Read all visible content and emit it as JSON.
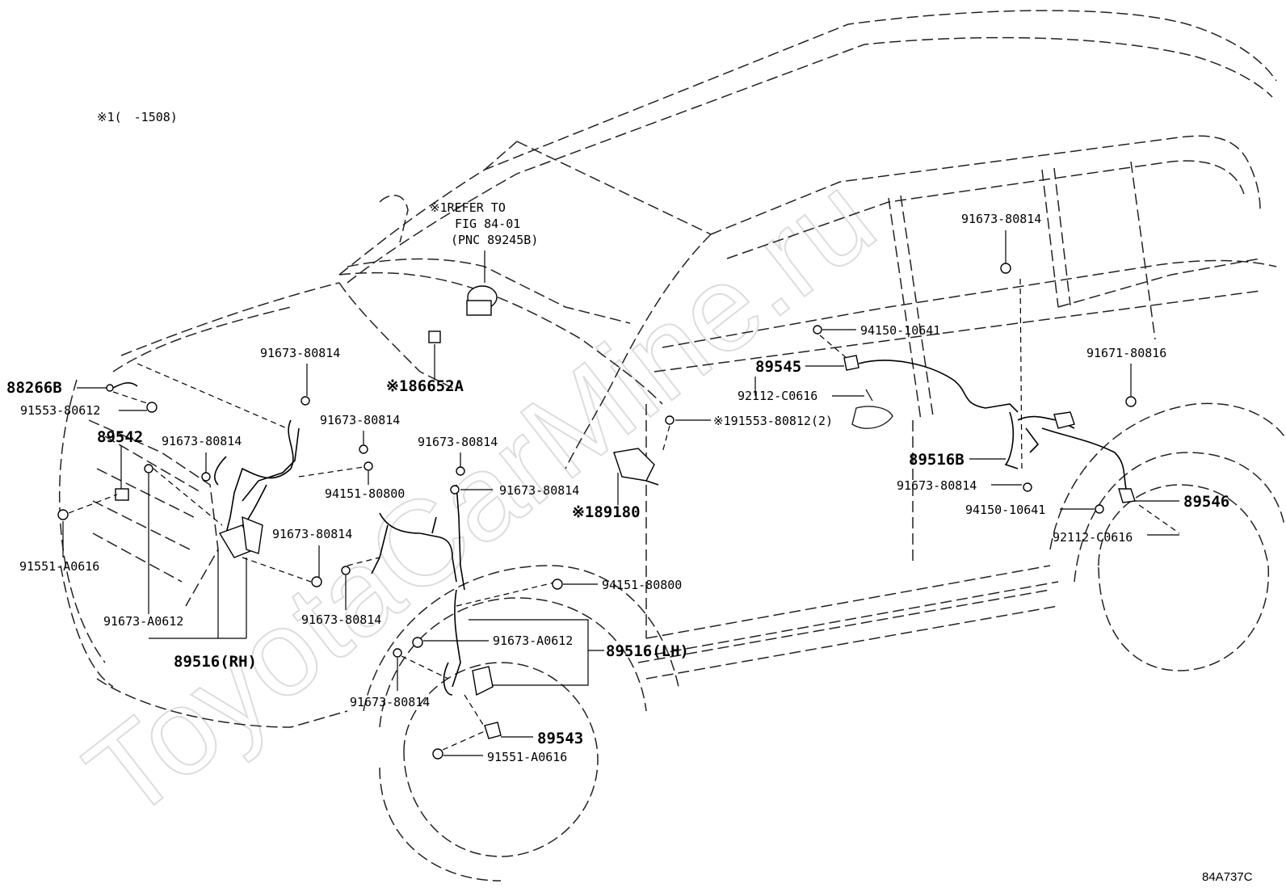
{
  "note_top": "※1(　-1508)",
  "refer_note": [
    "※1REFER TO",
    "FIG 84-01",
    "(PNC 89245B)"
  ],
  "watermark": "ToyotaCarMine.ru",
  "figure_id": "84A737C",
  "labels": {
    "p88266B": "88266B",
    "p91553_80612": "91553-80612",
    "p89542": "89542",
    "p91551_A0616_left": "91551-A0616",
    "p91673_80814_a": "91673-80814",
    "p91673_80814_b": "91673-80814",
    "p91673_80814_c": "91673-80814",
    "p94151_80800_a": "94151-80800",
    "p91673_80814_d": "91673-80814",
    "p91673_80814_e": "91673-80814",
    "p91673_80814_f": "91673-80814",
    "p91673_80814_g": "91673-80814",
    "p91673_A0612_left": "91673-A0612",
    "p89516_RH": "89516(RH)",
    "p86652A": "※186652A",
    "p89180": "※189180",
    "p94151_80800_b": "94151-80800",
    "p91673_A0612_right": "91673-A0612",
    "p89516_LH": "89516(LH)",
    "p91673_80814_h": "91673-80814",
    "p89543": "89543",
    "p91551_A0616_bottom": "91551-A0616",
    "p89545": "89545",
    "p92112_C0616_a": "92112-C0616",
    "p91553_80812": "※191553-80812(2)",
    "p94150_10641_a": "94150-10641",
    "p91673_80814_top": "91673-80814",
    "p91671_80816": "91671-80816",
    "p89516B": "89516B",
    "p91673_80814_r": "91673-80814",
    "p94150_10641_b": "94150-10641",
    "p89546": "89546",
    "p92112_C0616_b": "92112-C0616"
  }
}
